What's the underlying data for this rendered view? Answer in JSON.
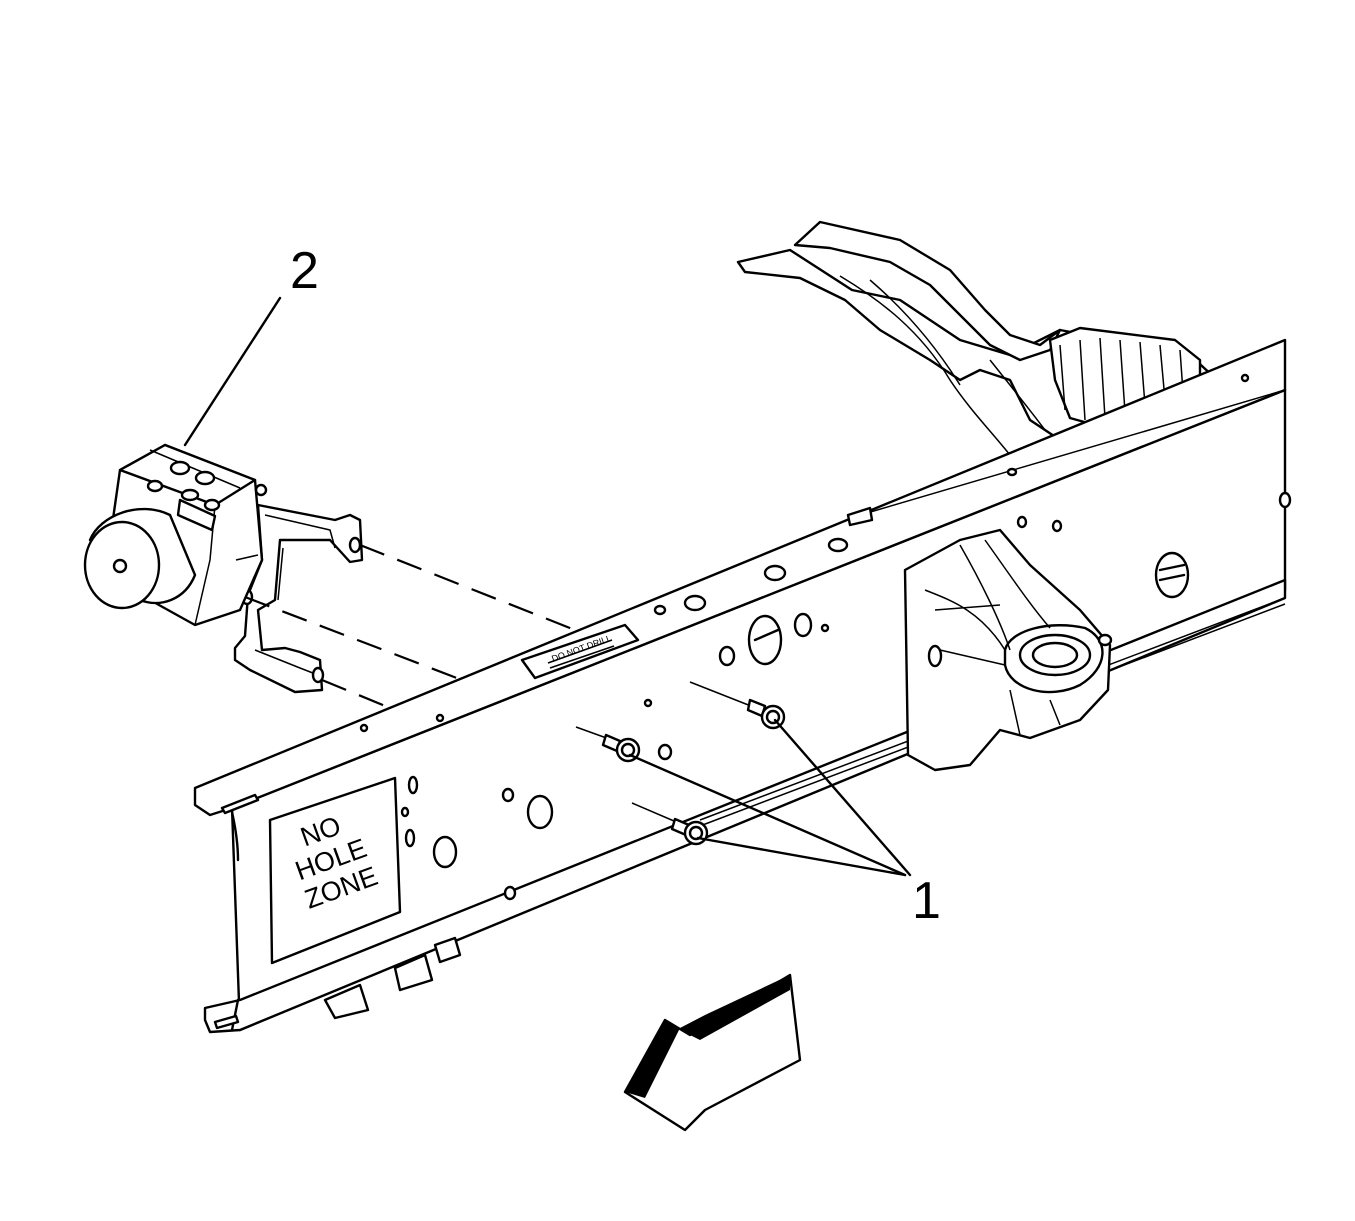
{
  "figure": {
    "callouts": [
      {
        "id": "1",
        "text": "1"
      },
      {
        "id": "2",
        "text": "2"
      }
    ],
    "no_hole_zone_label": [
      "NO",
      "HOLE",
      "ZONE"
    ],
    "frame_decal_text": "DO NOT DRILL",
    "colors": {
      "line": "#000000",
      "background": "#ffffff"
    }
  }
}
